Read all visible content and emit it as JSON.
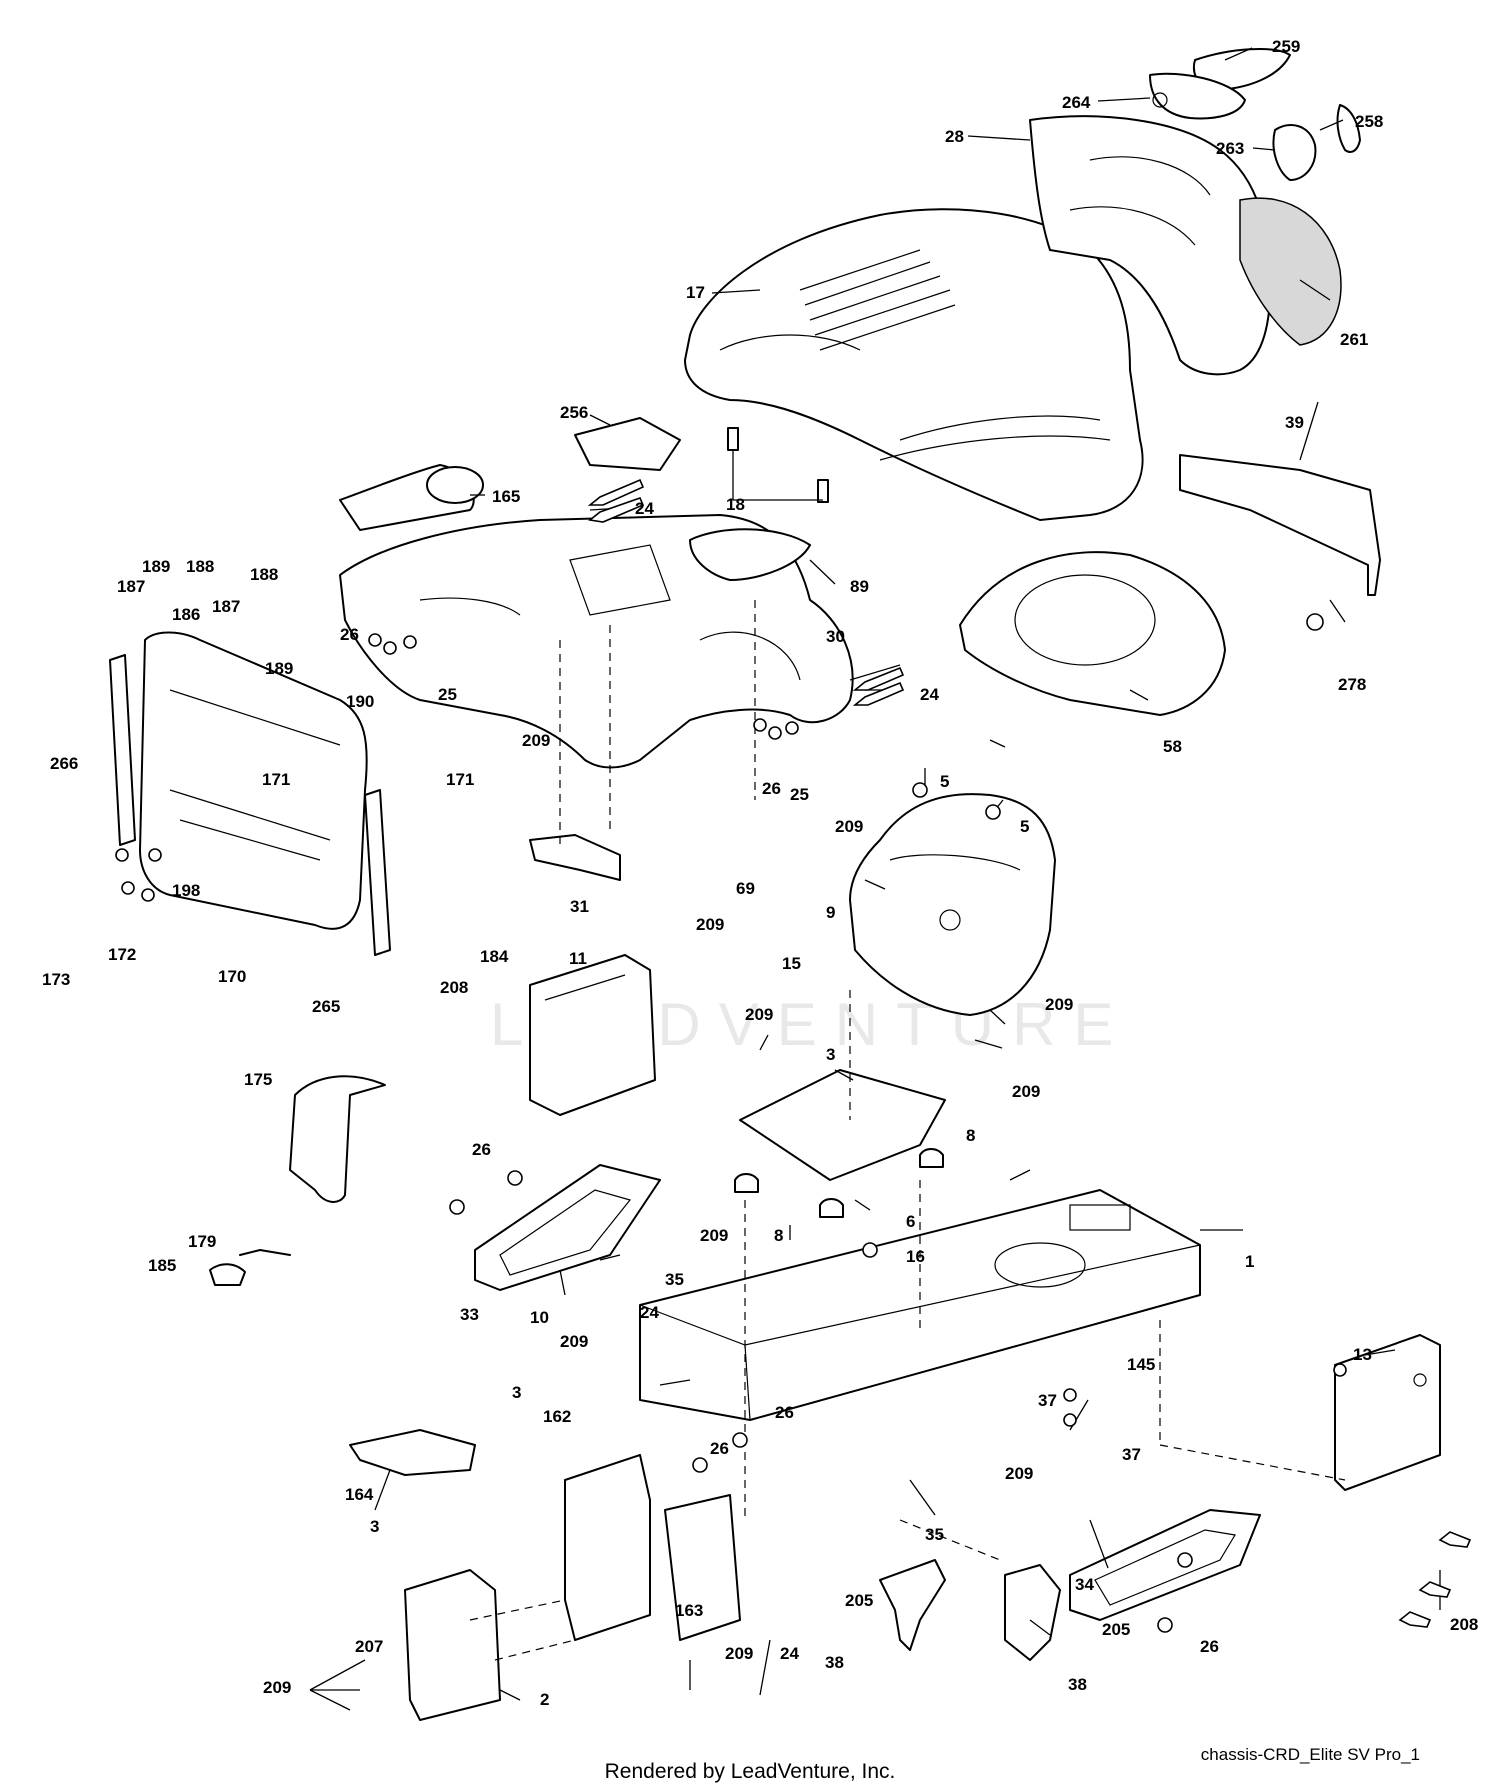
{
  "diagram": {
    "drawing_id": "chassis-CRD_Elite SV Pro_1",
    "footer": "Rendered by LeadVenture, Inc.",
    "watermark": "LEADVENTURE",
    "callouts": {
      "c259": "259",
      "c264": "264",
      "c258": "258",
      "c28": "28",
      "c263": "263",
      "c17": "17",
      "c261": "261",
      "c256": "256",
      "c165": "165",
      "c18": "18",
      "c24a": "24",
      "c39": "39",
      "c189a": "189",
      "c188a": "188",
      "c187a": "187",
      "c188b": "188",
      "c186": "186",
      "c187b": "187",
      "c189b": "189",
      "c89": "89",
      "c26a": "26",
      "c25a": "25",
      "c30": "30",
      "c24b": "24",
      "c278": "278",
      "c190": "190",
      "c266": "266",
      "c171a": "171",
      "c171b": "171",
      "c26b": "26",
      "c25b": "25",
      "c58": "58",
      "c209a": "209",
      "c5a": "5",
      "c5b": "5",
      "c209b": "209",
      "c198": "198",
      "c69": "69",
      "c172": "172",
      "c31": "31",
      "c209c": "209",
      "c184": "184",
      "c173": "173",
      "c170": "170",
      "c9": "9",
      "c265": "265",
      "c11": "11",
      "c15": "15",
      "c209d": "209",
      "c208a": "208",
      "c209e": "209",
      "c175": "175",
      "c3a": "3",
      "c209f": "209",
      "c26c": "26",
      "c8a": "8",
      "c6": "6",
      "c209g": "209",
      "c8b": "8",
      "c179": "179",
      "c185": "185",
      "c35a": "35",
      "c16": "16",
      "c1": "1",
      "c33": "33",
      "c10": "10",
      "c24c": "24",
      "c209h": "209",
      "c145": "145",
      "c13": "13",
      "c3b": "3",
      "c162": "162",
      "c26d": "26",
      "c37a": "37",
      "c26e": "26",
      "c209i": "209",
      "c37b": "37",
      "c164": "164",
      "c35b": "35",
      "c3c": "3",
      "c34": "34",
      "c208b": "208",
      "c205a": "205",
      "c26f": "26",
      "c163": "163",
      "c209j": "209",
      "c24d": "24",
      "c207": "207",
      "c205b": "205",
      "c209k": "209",
      "c38a": "38",
      "c2": "2",
      "c38b": "38"
    }
  }
}
